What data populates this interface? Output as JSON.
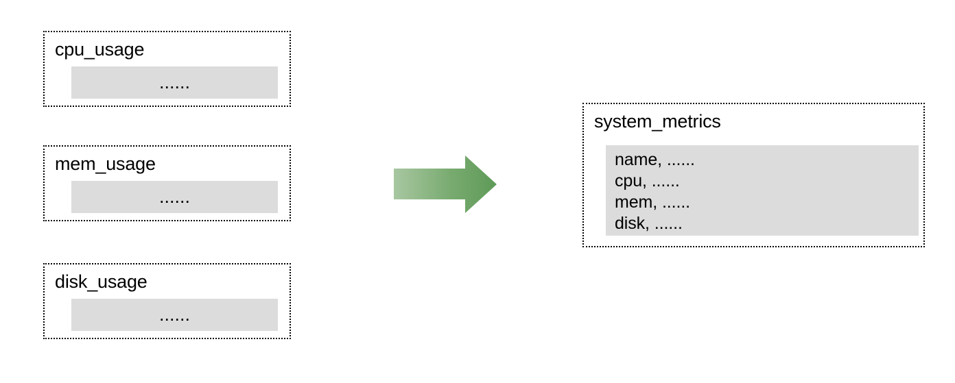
{
  "diagram": {
    "type": "data-merge-flow",
    "background_color": "#ffffff",
    "box_border_color": "#000000",
    "panel_color": "#dcdcdc",
    "arrow_gradient_from": "#a8c7a1",
    "arrow_gradient_to": "#5e9a58",
    "sources": [
      {
        "id": "cpu",
        "title": "cpu_usage",
        "body": "......"
      },
      {
        "id": "mem",
        "title": "mem_usage",
        "body": "......"
      },
      {
        "id": "disk",
        "title": "disk_usage",
        "body": "......"
      }
    ],
    "target": {
      "id": "system_metrics",
      "title": "system_metrics",
      "fields": [
        "name, ......",
        "cpu, ......",
        "mem, ......",
        "disk, ......"
      ]
    },
    "connector": {
      "icon": "right-arrow-icon",
      "direction": "right"
    }
  }
}
